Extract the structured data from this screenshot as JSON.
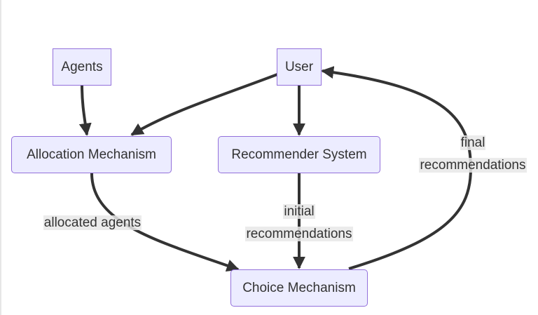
{
  "diagram": {
    "type": "flowchart",
    "colors": {
      "node_fill": "#ECECFF",
      "node_border": "#9370DB",
      "edge": "#333333",
      "label_bg": "#E8E8E8",
      "text": "#333333"
    },
    "nodes": {
      "agents": "Agents",
      "user": "User",
      "allocation": "Allocation Mechanism",
      "recommender": "Recommender System",
      "choice": "Choice Mechanism"
    },
    "edges": [
      {
        "from": "agents",
        "to": "allocation",
        "label": ""
      },
      {
        "from": "user",
        "to": "allocation",
        "label": ""
      },
      {
        "from": "user",
        "to": "recommender",
        "label": ""
      },
      {
        "from": "allocation",
        "to": "choice",
        "label": "allocated agents"
      },
      {
        "from": "recommender",
        "to": "choice",
        "label": "initial recommendations"
      },
      {
        "from": "choice",
        "to": "user",
        "label": "final recommendations"
      }
    ],
    "edge_labels": {
      "allocated": "allocated agents",
      "initial_line1": "initial",
      "initial_line2": "recommendations",
      "final_line1": "final",
      "final_line2": "recommendations"
    }
  }
}
